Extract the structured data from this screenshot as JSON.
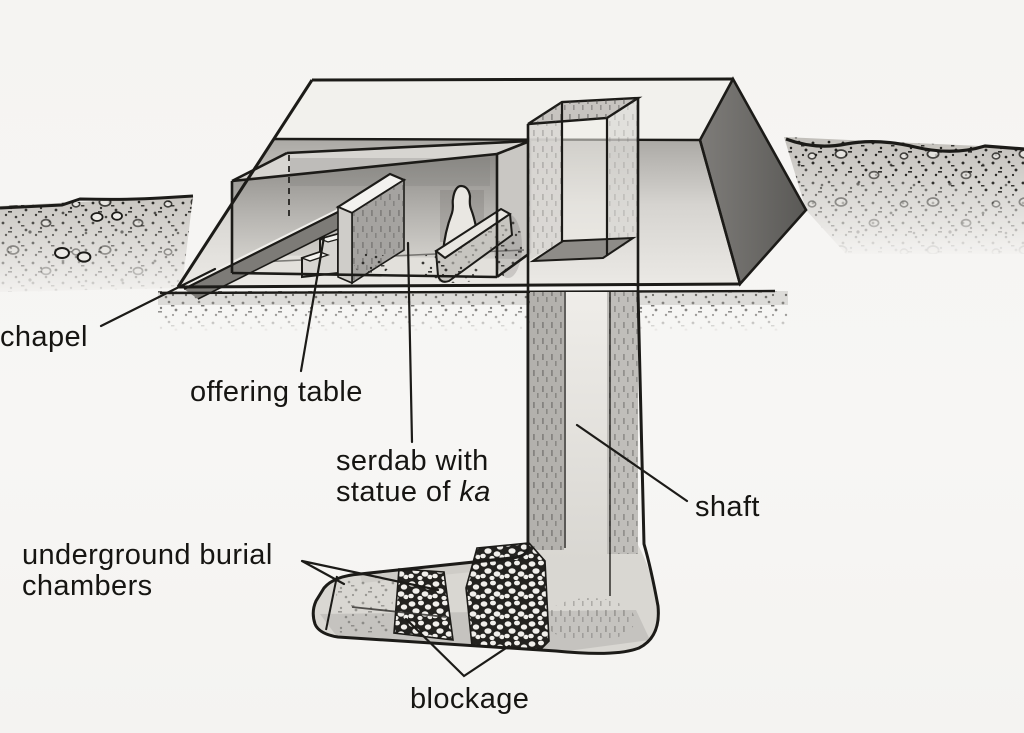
{
  "figure": {
    "labels": {
      "chapel": "chapel",
      "offering_table": "offering table",
      "serdab_line1": "serdab with",
      "serdab_line2_prefix": "statue of ",
      "serdab_line2_italic": "ka",
      "underground_line1": "underground burial",
      "underground_line2": "chambers",
      "shaft": "shaft",
      "blockage": "blockage"
    },
    "colors": {
      "ink": "#1c1b18",
      "paper": "#f6f5f3",
      "mastaba_shadow_face": "#6e6d6a",
      "front_wash": "#aeaca8",
      "cobble_background": "#23221f"
    }
  }
}
